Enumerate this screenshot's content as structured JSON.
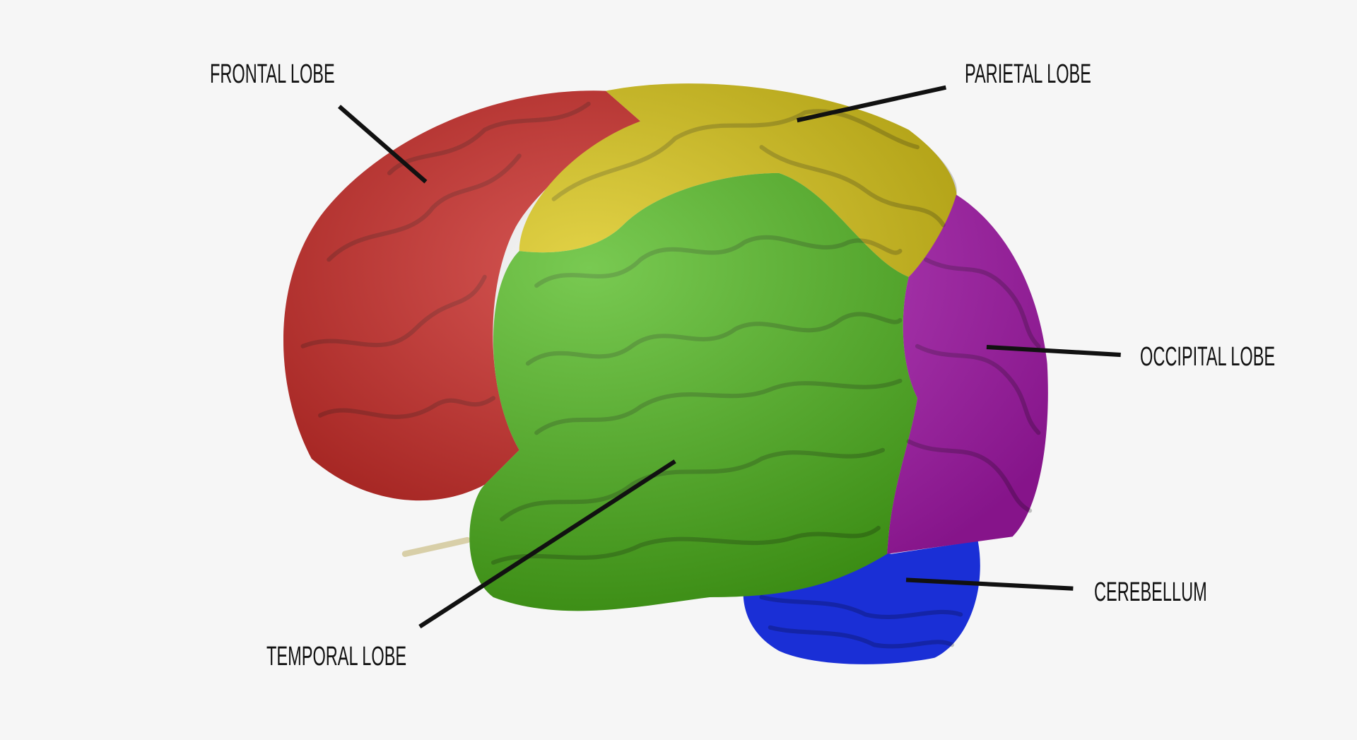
{
  "labels": {
    "frontal": "FRONTAL LOBE",
    "parietal": "PARIETAL LOBE",
    "occipital": "OCCIPITAL LOBE",
    "cerebellum": "CEREBELLUM",
    "temporal": "TEMPORAL LOBE"
  },
  "colors": {
    "frontal": "#c81e1a",
    "parietal": "#d9c40a",
    "temporal": "#4cb818",
    "occipital": "#b21bb8",
    "cerebellum": "#1a2fd6",
    "background": "#f6f6f6",
    "leader_line": "#111111"
  }
}
